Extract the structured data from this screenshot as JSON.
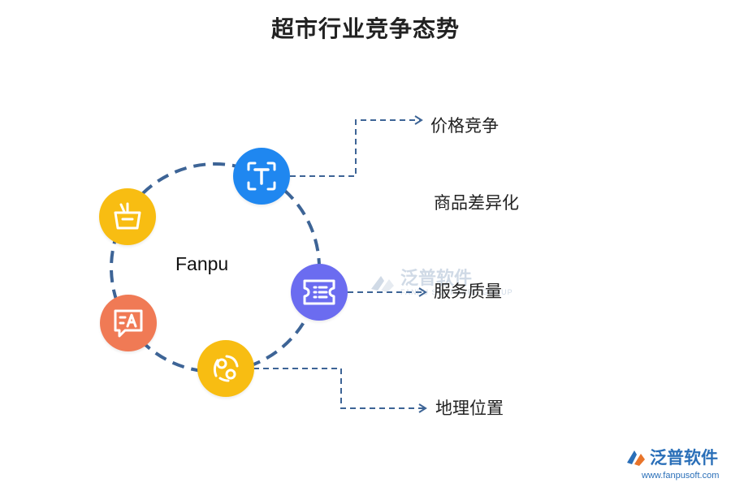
{
  "title": "超市行业竞争态势",
  "center_label": "Fanpu",
  "items": [
    {
      "label": "价格竞争",
      "icon": "text-t-icon",
      "color": "#1f87f0"
    },
    {
      "label": "商品差异化",
      "icon": "",
      "color": ""
    },
    {
      "label": "服务质量",
      "icon": "ticket-list-icon",
      "color": "#6b6cf0"
    },
    {
      "label": "地理位置",
      "icon": "orbit-icon",
      "color": "#f8bd12"
    }
  ],
  "other_nodes": [
    {
      "icon": "basket-icon",
      "color": "#f8bd12"
    },
    {
      "icon": "translate-chat-icon",
      "color": "#f07a55"
    }
  ],
  "watermark": {
    "name": "泛普软件",
    "sub": "FANPU SOFTWARE GROUP"
  },
  "brand": {
    "name": "泛普软件",
    "url": "www.fanpusoft.com"
  },
  "colors": {
    "ring": "#3d6496",
    "connector": "#3d6496"
  }
}
